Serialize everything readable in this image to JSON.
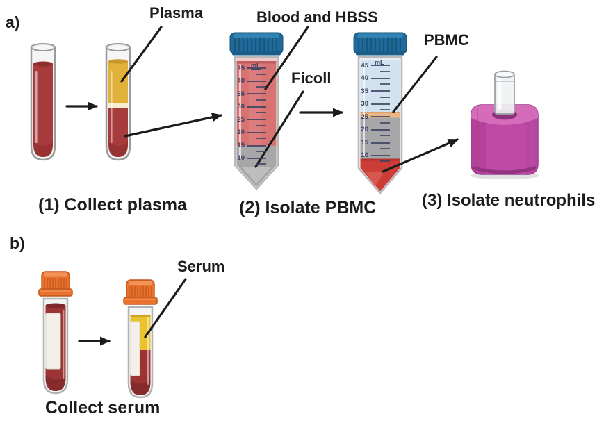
{
  "panel_a": {
    "label": "a)",
    "annotations": {
      "plasma": "Plasma",
      "blood_hbss": "Blood and HBSS",
      "ficoll": "Ficoll",
      "pbmc": "PBMC"
    },
    "captions": {
      "step1": "(1) Collect plasma",
      "step2": "(2) Isolate PBMC",
      "step3": "(3) Isolate neutrophils"
    }
  },
  "panel_b": {
    "label": "b)",
    "annotations": {
      "serum": "Serum"
    },
    "caption": "Collect serum"
  },
  "conical_scale": {
    "unit": "mL",
    "ticks": [
      "45",
      "40",
      "35",
      "30",
      "25",
      "20",
      "15",
      "10"
    ]
  },
  "colors": {
    "whole_blood": "#a83b3b",
    "venous_blood": "#9c3434",
    "plasma_yellow": "#e1b23b",
    "serum_yellow": "#e9c32b",
    "blood_hbss_red": "#d87373",
    "ficoll_gray": "#a7a7a9",
    "hbss_layer_blue": "#d3e2ef",
    "pbmc_band_tan": "#eab585",
    "rbc_pellet_red": "#cd3d37",
    "conical_cap_blue": "#1f6a9b",
    "vacutainer_cap_orange": "#e9732c",
    "magnet_magenta": "#bf4aa6",
    "annotation_black": "#1b1b1b",
    "scale_text_navy": "#3c4263"
  }
}
